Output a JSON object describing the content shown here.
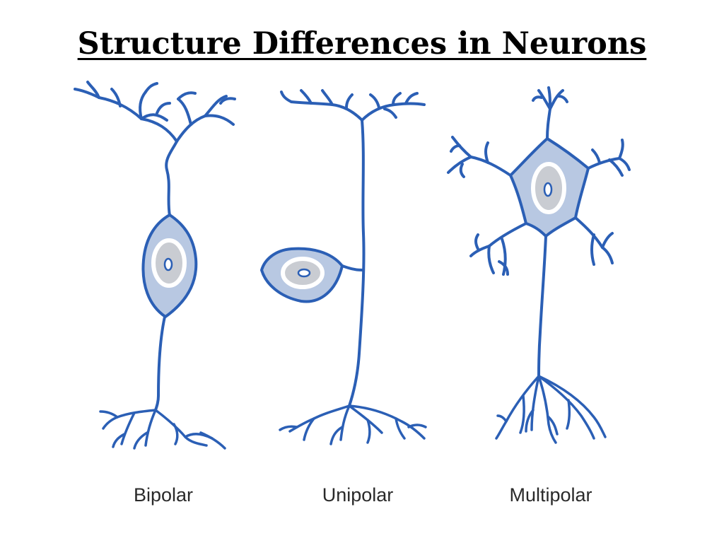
{
  "slide": {
    "title": "Structure Differences in Neurons"
  },
  "neurons": [
    {
      "id": "bipolar",
      "label": "Bipolar"
    },
    {
      "id": "unipolar",
      "label": "Unipolar"
    },
    {
      "id": "multipolar",
      "label": "Multipolar"
    }
  ],
  "colors": {
    "outline": "#2b5fb5",
    "cell_fill": "#b8c8e2",
    "nucleus_ring": "#ffffff",
    "nucleus_fill": "#c9ccd2",
    "title": "#000000",
    "label": "#2a2a2a"
  }
}
